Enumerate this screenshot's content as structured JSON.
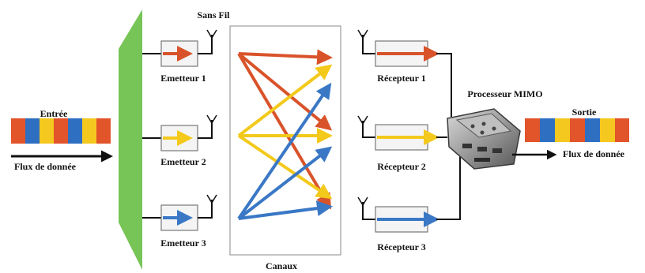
{
  "labels": {
    "sans_fil": "Sans Fil",
    "emetteur1": "Emetteur 1",
    "emetteur2": "Emetteur 2",
    "emetteur3": "Emetteur 3",
    "recepteur1": "Récepteur 1",
    "recepteur2": "Récepteur 2",
    "recepteur3": "Récepteur 3",
    "entree": "Entrée",
    "flux_in": "Flux de donnée",
    "processeur": "Processeur MIMO",
    "sortie": "Sortie",
    "flux_out": "Flux de donnée",
    "canaux": "Canaux"
  },
  "stream_colors": [
    "#e2542a",
    "#2f6fc2",
    "#f4c81f",
    "#e2542a",
    "#2f6fc2",
    "#f4c81f",
    "#e2542a"
  ],
  "colors": {
    "orange": "#d9532a",
    "yellow": "#f3c91c",
    "blue": "#3a78c6",
    "green": "#77c457",
    "line": "#111111"
  },
  "icons": [
    "antenna-icon",
    "processor-chip-icon",
    "flow-arrow-icon"
  ]
}
